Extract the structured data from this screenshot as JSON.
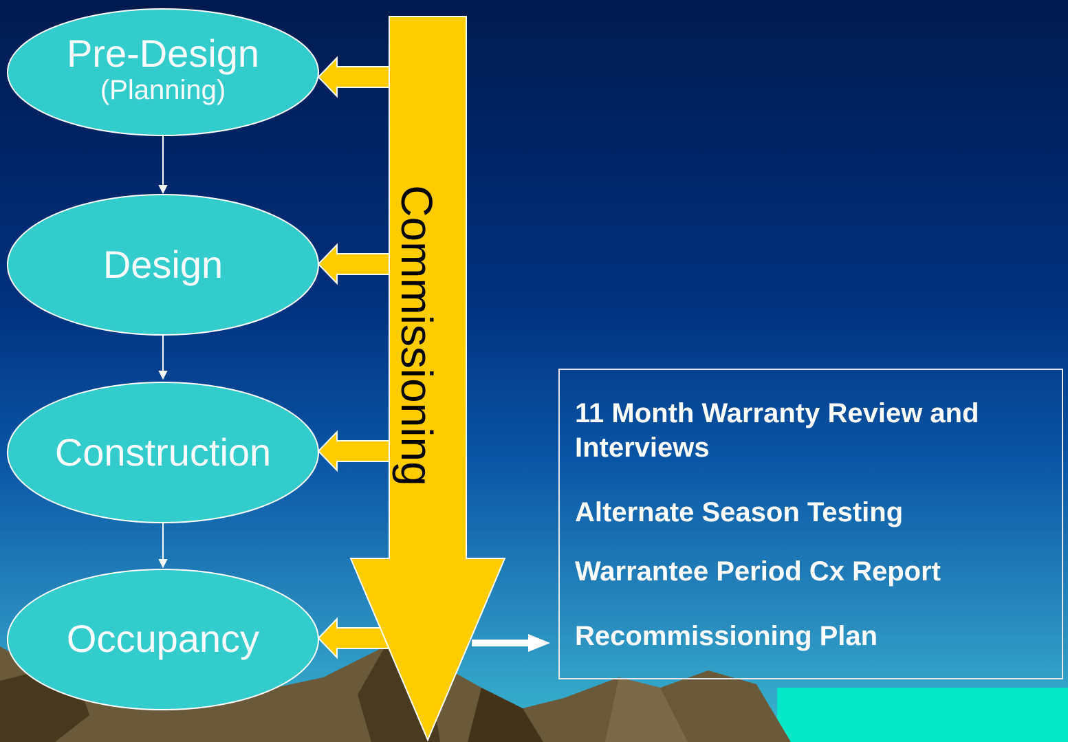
{
  "phases": [
    {
      "name": "Pre-Design",
      "sub": "(Planning)"
    },
    {
      "name": "Design"
    },
    {
      "name": "Construction"
    },
    {
      "name": "Occupancy"
    }
  ],
  "commissioning": {
    "label": "Commissioning"
  },
  "warranty_box": {
    "items": [
      "11 Month Warranty Review and Interviews",
      "Alternate Season Testing",
      "Warrantee Period Cx Report",
      "Recommissioning Plan"
    ]
  },
  "colors": {
    "phase_fill": "#33cccc",
    "arrow_fill": "#ffcc00",
    "connector": "#ffffff",
    "mountain": "#6b5a3a"
  }
}
